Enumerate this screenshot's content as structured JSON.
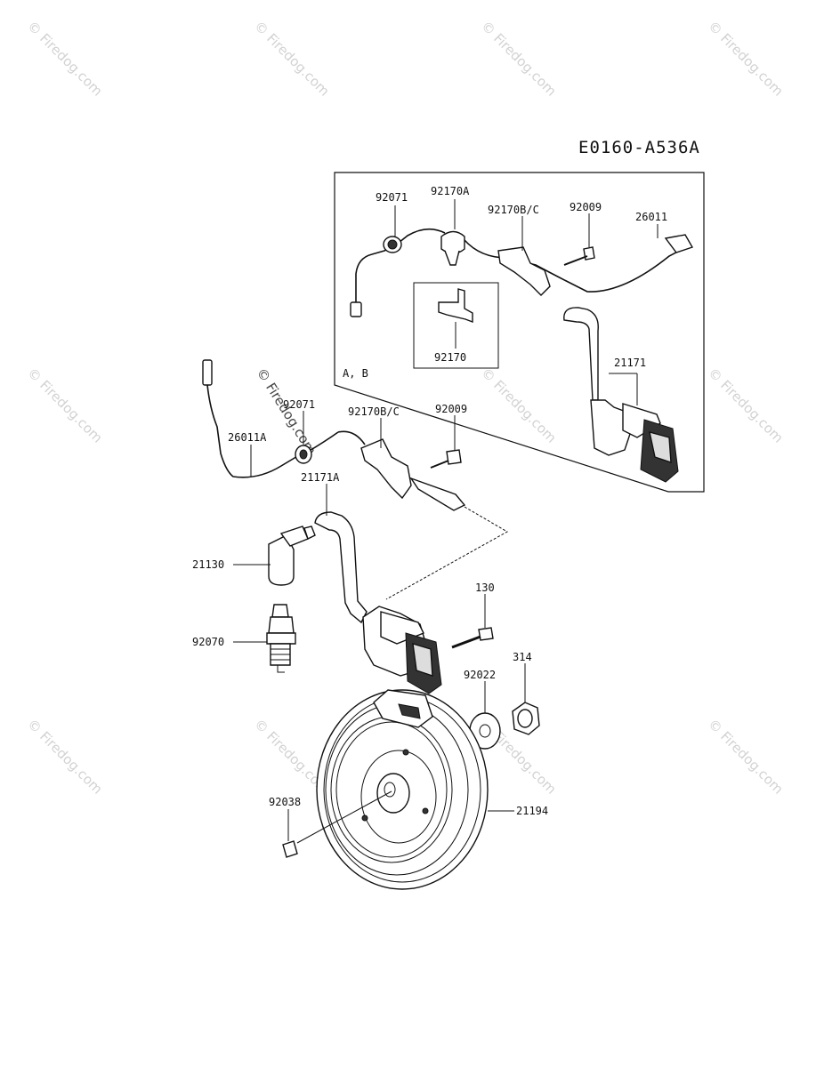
{
  "diagram": {
    "code": "E0160-A536A",
    "inset_label": "A, B",
    "detail_label": "92170",
    "watermark": "© Firedog.com",
    "parts": {
      "p92071_top": "92071",
      "p92170A": "92170A",
      "p92170BC_top": "92170B/C",
      "p92009_top": "92009",
      "p26011": "26011",
      "p21171": "21171",
      "p92071_mid": "92071",
      "p26011A": "26011A",
      "p92170BC_mid": "92170B/C",
      "p92009_mid": "92009",
      "p21171A": "21171A",
      "p21130": "21130",
      "p92070": "92070",
      "p130": "130",
      "p314": "314",
      "p92022": "92022",
      "p92038": "92038",
      "p21194": "21194"
    }
  }
}
